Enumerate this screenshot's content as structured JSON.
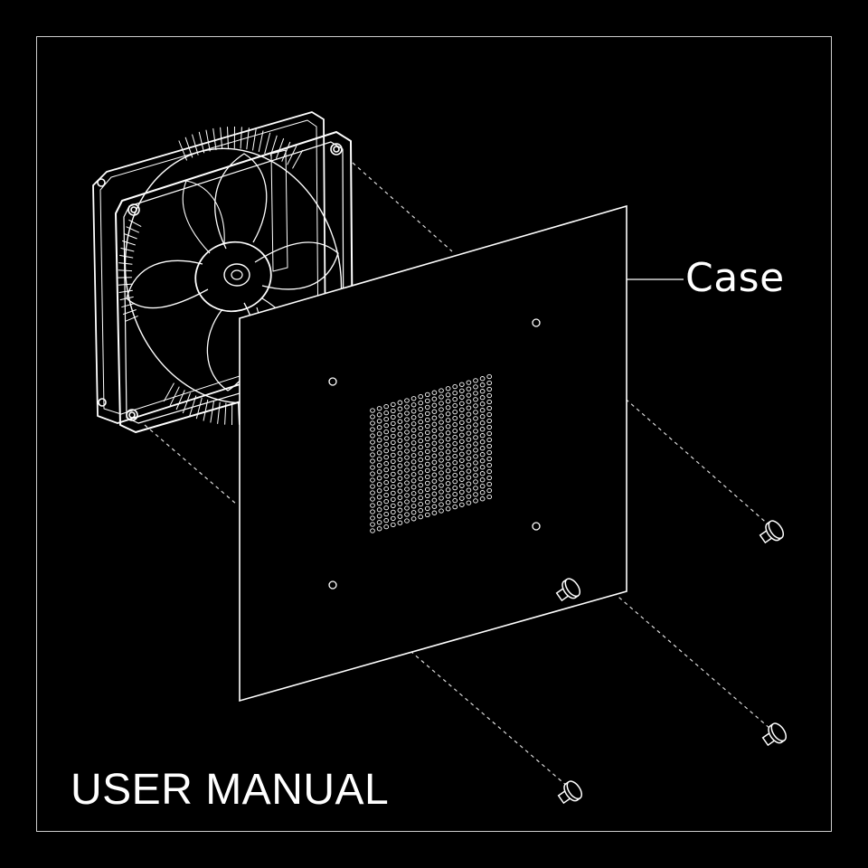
{
  "diagram": {
    "callout_label": "Case",
    "footer_title": "USER MANUAL"
  },
  "components": {
    "fan": "fan-icon",
    "panel": "case-panel",
    "grille": "vent-grille",
    "screws": [
      "screw-icon",
      "screw-icon",
      "screw-icon",
      "screw-icon"
    ]
  },
  "colors": {
    "background": "#000000",
    "line": "#ffffff",
    "frame": "#cfcfcf"
  }
}
